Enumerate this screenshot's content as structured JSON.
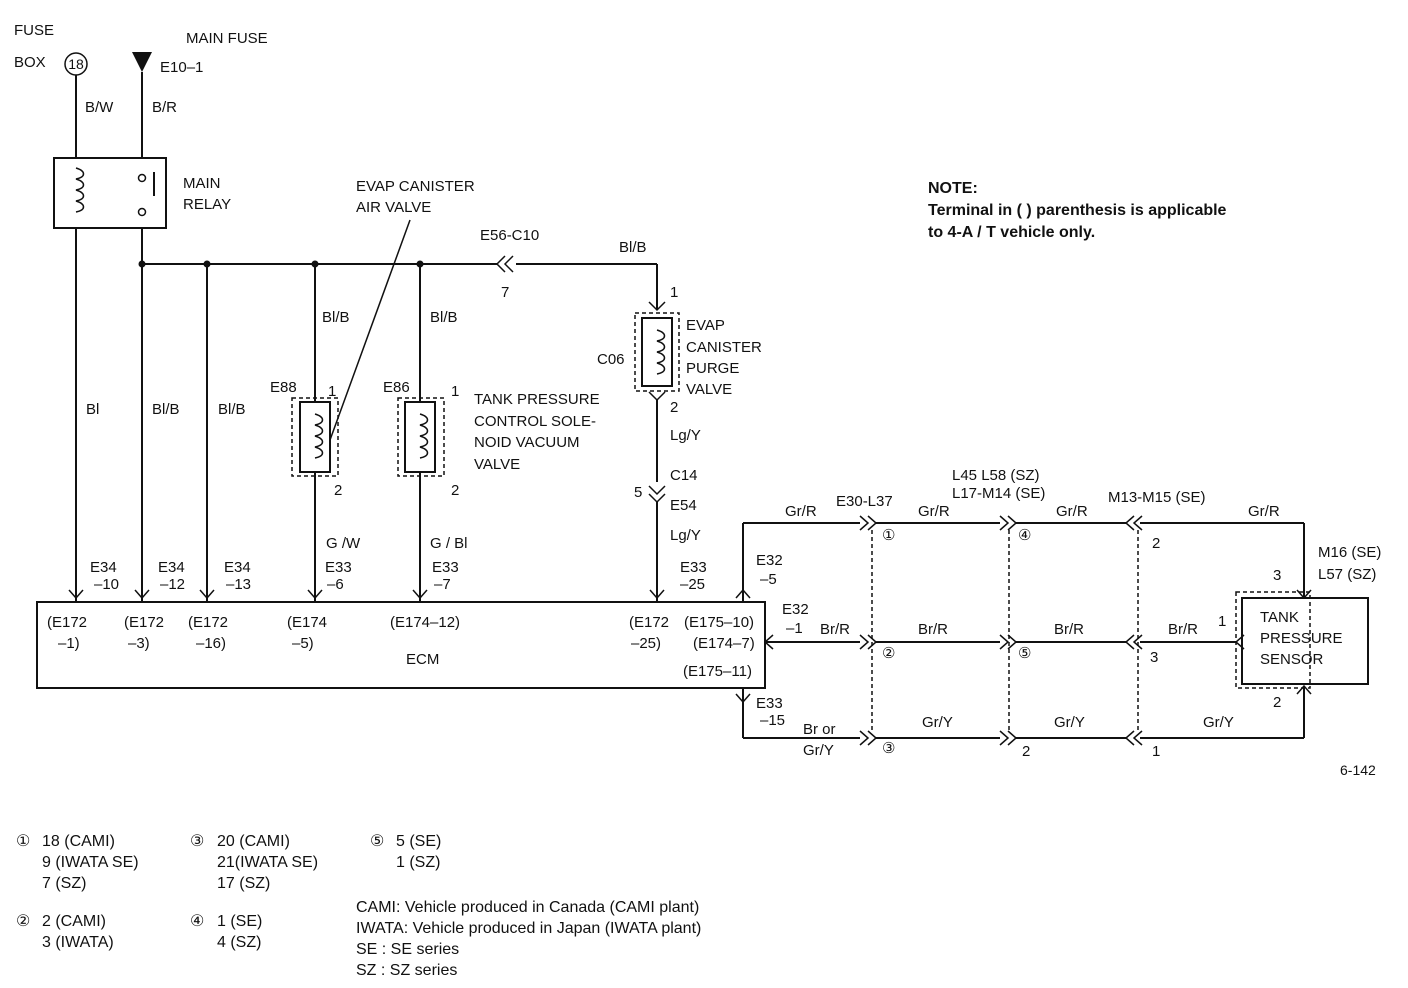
{
  "power": {
    "fuse_box_line1": "FUSE",
    "fuse_box_line2": "BOX",
    "fuse_number": "18",
    "main_fuse": "MAIN FUSE",
    "main_fuse_terminal": "E10–1",
    "wire_bw": "B/W",
    "wire_br": "B/R"
  },
  "relay": {
    "line1": "MAIN",
    "line2": "RELAY"
  },
  "components": {
    "air_valve": {
      "line1": "EVAP CANISTER",
      "line2": "AIR VALVE",
      "connector": "E88",
      "pin1": "1",
      "pin2": "2"
    },
    "tank_valve": {
      "line1": "TANK PRESSURE",
      "line2": "CONTROL SOLE-",
      "line3": "NOID VACUUM",
      "line4": "VALVE",
      "connector": "E86",
      "pin1": "1",
      "pin2": "2"
    },
    "purge_valve": {
      "line1": "EVAP",
      "line2": "CANISTER",
      "line3": "PURGE",
      "line4": "VALVE",
      "connector": "C06",
      "pin1": "1",
      "pin2": "2"
    },
    "sensor": {
      "line1": "TANK",
      "line2": "PRESSURE",
      "line3": "SENSOR",
      "pin1": "1",
      "pin2": "2",
      "pin3": "3",
      "connector_se": "M16 (SE)",
      "connector_sz": "L57 (SZ)"
    }
  },
  "note": {
    "title": "NOTE:",
    "line1": "Terminal in (  ) parenthesis is applicable",
    "line2": "to 4-A / T vehicle only."
  },
  "wires": {
    "bl": "Bl",
    "blb_1": "Bl/B",
    "blb_2": "Bl/B",
    "blb_3": "Bl/B",
    "blb_4": "Bl/B",
    "blb_5": "Bl/B",
    "gw": "G /W",
    "gbl": "G / Bl",
    "lgy_1": "Lg/Y",
    "lgy_2": "Lg/Y",
    "grr_1": "Gr/R",
    "grr_2": "Gr/R",
    "grr_3": "Gr/R",
    "grr_4": "Gr/R",
    "brr_1": "Br/R",
    "brr_2": "Br/R",
    "brr_3": "Br/R",
    "brr_4": "Br/R",
    "bror": "Br or",
    "bror_gry": "Gr/Y",
    "gry_1": "Gr/Y",
    "gry_2": "Gr/Y",
    "gry_3": "Gr/Y"
  },
  "connectors": {
    "e56_c10": "E56-C10",
    "e56_pin": "7",
    "c14": "C14",
    "e54": "E54",
    "c14_pin": "5",
    "e30_l37": "E30-L37",
    "l45_l58": "L45 L58 (SZ)",
    "l17_m14": "L17-M14 (SE)",
    "m13_m15": "M13-M15 (SE)",
    "m13_pin1": "2",
    "m13_pin2": "3",
    "m13_pin3": "1",
    "mid_pin2": "2",
    "circ1": "①",
    "circ2": "②",
    "circ3": "③",
    "circ4": "④",
    "circ5": "⑤"
  },
  "ecm": {
    "label": "ECM",
    "terms": [
      {
        "top": "E34",
        "bot": "–10",
        "in1": "(E172",
        "in2": "–1)"
      },
      {
        "top": "E34",
        "bot": "–12",
        "in1": "(E172",
        "in2": "–3)"
      },
      {
        "top": "E34",
        "bot": "–13",
        "in1": "(E172",
        "in2": "–16)"
      },
      {
        "top": "E33",
        "bot": "–6",
        "in1": "(E174",
        "in2": "–5)"
      },
      {
        "top": "E33",
        "bot": "–7",
        "in1": "(E174–12)",
        "in2": ""
      },
      {
        "top": "E33",
        "bot": "–25",
        "in1": "(E172",
        "in2": "–25)"
      }
    ],
    "right_in1": "(E175–10)",
    "right_in2": "(E174–7)",
    "right_in3": "(E175–11)",
    "e32_top": "E32",
    "e32_top_pin": "–5",
    "e32_mid": "E32",
    "e32_mid_pin": "–1",
    "e33_bot": "E33",
    "e33_bot_pin": "–15"
  },
  "figure_id": "6-142",
  "legend": {
    "c1": {
      "mark": "①",
      "l1": "18 (CAMI)",
      "l2": "9 (IWATA SE)",
      "l3": "7 (SZ)"
    },
    "c2": {
      "mark": "②",
      "l1": "2 (CAMI)",
      "l2": "3 (IWATA)"
    },
    "c3": {
      "mark": "③",
      "l1": "20 (CAMI)",
      "l2": "21(IWATA SE)",
      "l3": "17 (SZ)"
    },
    "c4": {
      "mark": "④",
      "l1": "1 (SE)",
      "l2": "4 (SZ)"
    },
    "c5": {
      "mark": "⑤",
      "l1": "5 (SE)",
      "l2": "1 (SZ)"
    },
    "cami": "CAMI: Vehicle produced in Canada (CAMI plant)",
    "iwata": "IWATA: Vehicle produced in Japan (IWATA plant)",
    "se": "SE : SE series",
    "sz": "SZ : SZ series"
  }
}
